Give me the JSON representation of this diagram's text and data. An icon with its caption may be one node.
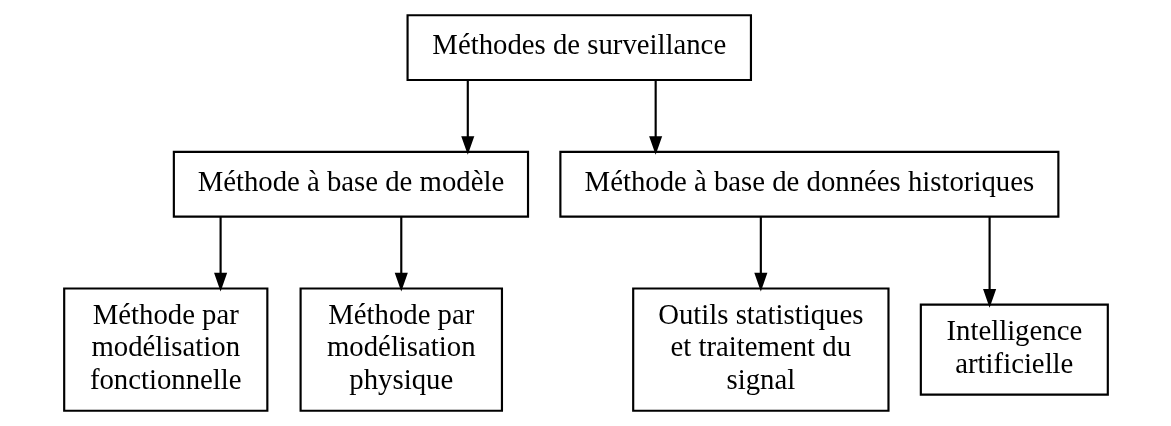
{
  "diagram": {
    "nodes": [
      {
        "text": [
          "Méthodes de surveillance"
        ]
      },
      {
        "text": [
          "Méthode à base de modèle"
        ]
      },
      {
        "text": [
          "Méthode à base de données historiques"
        ]
      },
      {
        "text": [
          "Méthode par modélisation fonctionnelle"
        ]
      },
      {
        "text": [
          "Méthode par modélisation physique"
        ]
      },
      {
        "text": [
          "Outils statistiques et traitement du signal"
        ]
      },
      {
        "text": [
          "Intelligence artificielle"
        ]
      }
    ],
    "edges": [
      {
        "from": 0,
        "to": 1,
        "arrow": "to"
      },
      {
        "from": 0,
        "to": 2,
        "arrow": "to"
      },
      {
        "from": 1,
        "to": 3,
        "arrow": "to"
      },
      {
        "from": 1,
        "to": 4,
        "arrow": "to"
      },
      {
        "from": 2,
        "to": 5,
        "arrow": "to"
      },
      {
        "from": 2,
        "to": 6,
        "arrow": "to"
      }
    ]
  }
}
